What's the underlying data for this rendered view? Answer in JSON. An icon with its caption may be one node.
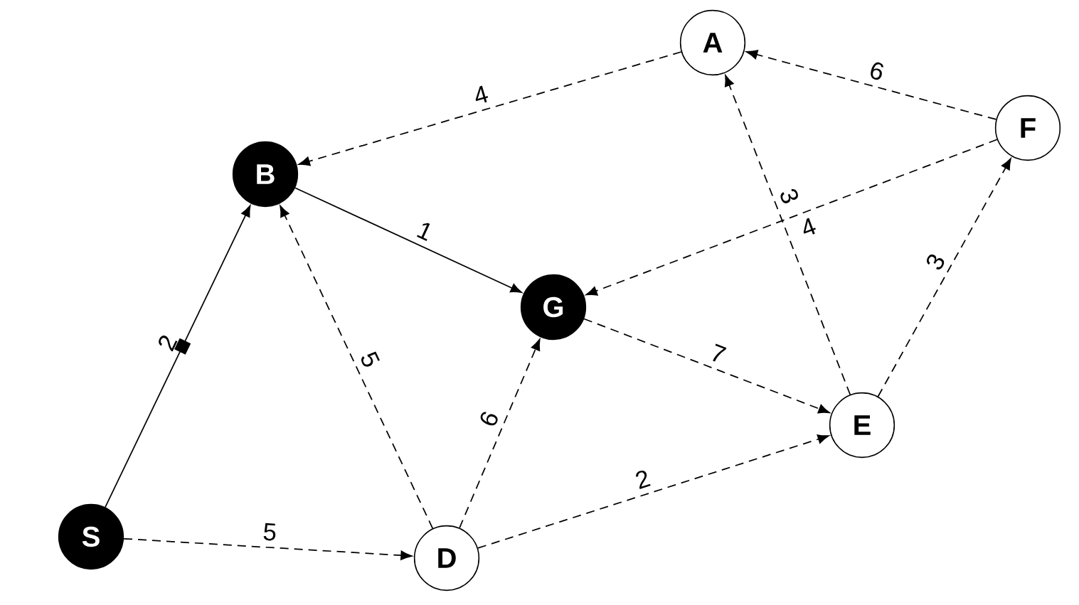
{
  "diagram": {
    "nodes": [
      {
        "text": [
          "S"
        ]
      },
      {
        "text": [
          "B"
        ]
      },
      {
        "text": [
          "G"
        ]
      },
      {
        "text": [
          "D"
        ]
      },
      {
        "text": [
          "A"
        ]
      },
      {
        "text": [
          "F"
        ]
      },
      {
        "text": [
          "E"
        ]
      }
    ],
    "edges": [
      {
        "from": 0,
        "to": 1,
        "arrow": "to",
        "label": "2"
      },
      {
        "from": 1,
        "to": 2,
        "arrow": "to",
        "label": "1"
      },
      {
        "from": 0,
        "to": 3,
        "arrow": "to",
        "label": "5",
        "style": "dashed"
      },
      {
        "from": 3,
        "to": 1,
        "arrow": "to",
        "label": "5",
        "style": "dashed"
      },
      {
        "from": 3,
        "to": 2,
        "arrow": "to",
        "label": "6",
        "style": "dashed"
      },
      {
        "from": 3,
        "to": 6,
        "arrow": "to",
        "label": "2",
        "style": "dashed"
      },
      {
        "from": 2,
        "to": 6,
        "arrow": "to",
        "label": "7",
        "style": "dashed"
      },
      {
        "from": 4,
        "to": 1,
        "arrow": "to",
        "label": "4",
        "style": "dashed"
      },
      {
        "from": 5,
        "to": 4,
        "arrow": "to",
        "label": "6",
        "style": "dashed"
      },
      {
        "from": 5,
        "to": 2,
        "arrow": "to",
        "label": "4",
        "style": "dashed"
      },
      {
        "from": 6,
        "to": 4,
        "arrow": "to",
        "label": "3",
        "style": "dashed"
      },
      {
        "from": 6,
        "to": 5,
        "arrow": "to",
        "label": "3",
        "style": "dashed"
      }
    ]
  }
}
